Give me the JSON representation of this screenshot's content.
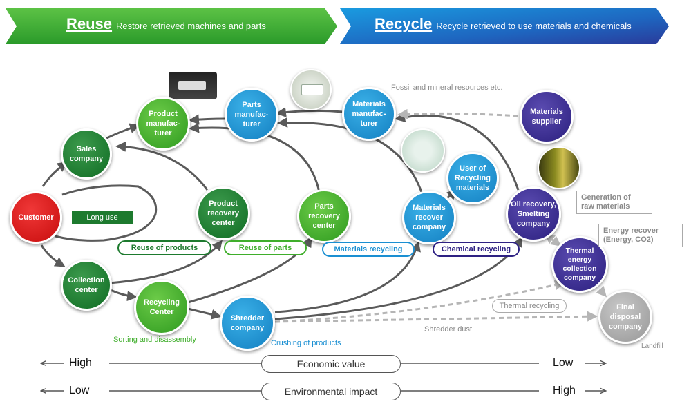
{
  "banners": {
    "reuse": {
      "title": "Reuse",
      "subtitle": "Restore retrieved machines and parts",
      "color": "#3aa33a"
    },
    "recycle": {
      "title": "Recycle",
      "subtitle": "Recycle retrieved to use materials and chemicals",
      "color": "#1a74c4"
    }
  },
  "nodes": {
    "customer": "Customer",
    "sales_company": "Sales\ncompany",
    "product_manufacturer": "Product\nmanufac-\nturer",
    "parts_manufacturer": "Parts\nmanufac-\nturer",
    "materials_manufacturer": "Materials\nmanufac-\nturer",
    "materials_supplier": "Materials\nsupplier",
    "product_recovery_center": "Product\nrecovery\ncenter",
    "parts_recovery_center": "Parts\nrecovery\ncenter",
    "materials_recover_company": "Materials\nrecover\ncompany",
    "user_of_recycling_materials": "User of\nRecycling\nmaterials",
    "oil_recovery": "Oil recovery,\nSmelting\ncompany",
    "thermal_energy": "Thermal\nenergy\ncollection\ncompany",
    "final_disposal": "Final\ndisposal\ncompany",
    "collection_center": "Collection\ncenter",
    "recycling_center": "Recycling\nCenter",
    "shredder_company": "Shredder\ncompany"
  },
  "loops": {
    "reuse_of_products": "Reuse of products",
    "reuse_of_parts": "Reuse of parts",
    "materials_recycling": "Materials recycling",
    "chemical_recycling": "Chemical recycling",
    "thermal_recycling": "Thermal recycling"
  },
  "labels": {
    "long_use": "Long use",
    "fossil": "Fossil and mineral resources etc.",
    "sorting": "Sorting and disassembly",
    "crushing": "Crushing of products",
    "shredder_dust": "Shredder dust",
    "landfill": "Landfill",
    "generation": "Generation of\nraw materials",
    "energy_recover": "Energy recover\n(Energy, CO2)"
  },
  "axes": {
    "economic": {
      "name": "Economic value",
      "left": "High",
      "right": "Low"
    },
    "environmental": {
      "name": "Environmental impact",
      "left": "Low",
      "right": "High"
    }
  },
  "colors": {
    "dark_green": "#157a2a",
    "light_green": "#3fae2b",
    "blue": "#1a8fd2",
    "purple": "#2e2183",
    "red": "#d81818",
    "gray_arrow": "#5a5a5a",
    "dashed": "#b5b5b5"
  }
}
